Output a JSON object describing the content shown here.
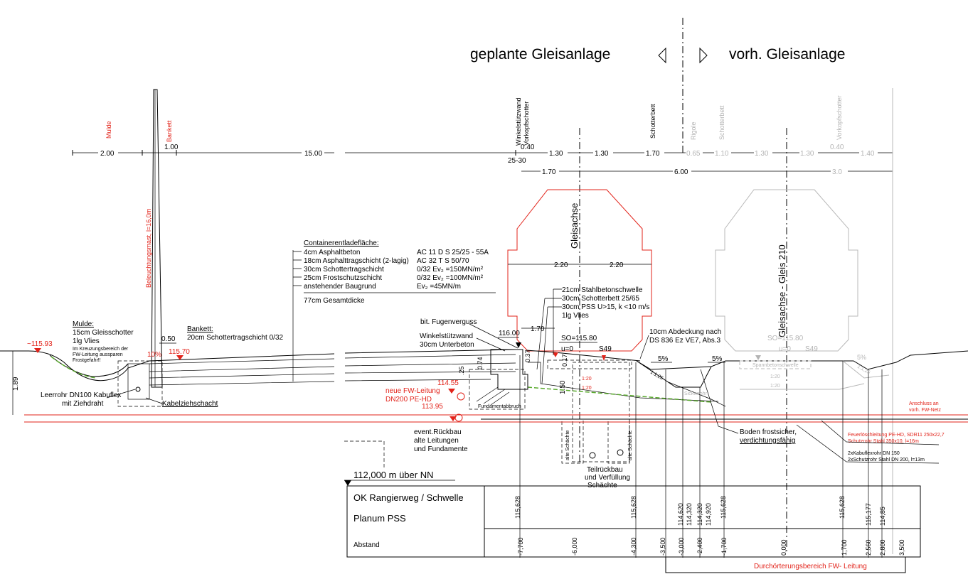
{
  "header": {
    "left_title": "geplante Gleisanlage",
    "right_title": "vorh. Gleisanlage"
  },
  "top_labels": {
    "mulde": "Mulde",
    "bankett": "Bankett",
    "winkel": "Winkelstützwand",
    "vorkopf1": "Vorkopfschotter",
    "schotterbett1": "Schotterbett",
    "rigole": "Rigole",
    "schotterbett2": "Schotterbett",
    "vorkopf2": "Vorkopfschotter",
    "mast": "Beleuchtungsmast, l=16,0m"
  },
  "dim_row1": [
    "2.00",
    "1.00",
    "15.00",
    "0.40",
    "25-30",
    "1.30",
    "1.30",
    "1.70",
    "0.65",
    "1.10",
    "1.30",
    "1.30",
    "0.40",
    "1.40"
  ],
  "dim_row2": [
    "1.70",
    "6.00",
    "3.0"
  ],
  "track": {
    "axis_new": "Gleisachse",
    "axis_old": "Gleisachse - Gleis 210",
    "w_left": "2.20",
    "w_right": "2.20",
    "h_170": "1.70",
    "so_new": "SO=115.80",
    "u_new": "u=0",
    "rail_new": "S49",
    "so_old": "SO=115.80",
    "u_old": "u=0",
    "rail_old": "S49",
    "sleeper_old": "Spannbetonschwelle"
  },
  "container": {
    "title": "Containerentladefläche:",
    "layers": [
      {
        "d": "4cm Asphaltbeton",
        "m": "AC 11 D S   25/25 - 55A"
      },
      {
        "d": "18cm Asphalttragschicht (2-lagig)",
        "m": "AC 32 T S   50/70"
      },
      {
        "d": "30cm Schottertragschicht",
        "m": "0/32  Ev₂ =150MN/m²"
      },
      {
        "d": "25cm Frostschutzschicht",
        "m": "0/32  Ev₂ =100MN/m²"
      },
      {
        "d": "anstehender Baugrund",
        "m": "Ev₂ =45MN/m"
      }
    ],
    "total": "77cm Gesamtdicke"
  },
  "track_layers": [
    "21cm Stahlbetonschwelle",
    "30cm Schotterbett 25/65",
    "30cm PSS U>15, k <10 m/s",
    "1lg    Vlies"
  ],
  "mulde_box": {
    "title": "Mulde:",
    "l1": "15cm Gleisschotter",
    "l2": "1lg Vlies",
    "l3": "Im Kreuzungsbereich der",
    "l4": "FW-Leitung aussparen",
    "l5": "Frostgefahr!!"
  },
  "bankett_box": {
    "title": "Bankett:",
    "l1": "20cm Schottertragschicht  0/32"
  },
  "labels": {
    "fugen": "bit. Fugenverguss",
    "winkel1": "Winkelstützwand",
    "winkel2": "30cm Unterbeton",
    "lev116": "116.00",
    "lev115_93": "~115.93",
    "lev115_70": "115.70",
    "slope10": "10%",
    "d050": "0.50",
    "d189": "1.89",
    "d025": ".25",
    "d074": "0.74",
    "d037": "0.37",
    "d017": "0.17",
    "d150": "1.50",
    "ratio1": "1:20",
    "ratio2": "1:20",
    "ratio3": "1:20",
    "ratio4": "1:20",
    "slope125a": "1:1,25",
    "slope125b": "1:1,25",
    "pct5a": "5%",
    "pct5b": "5%",
    "pct5c": "5%",
    "abdeck1": "10cm Abdeckung nach",
    "abdeck2": "DS 836 Ez VE7, Abs.3",
    "leer1": "Leerrohr DN100 Kabuflex",
    "leer2": "mit Ziehdraht",
    "kabel": "Kabelziehschacht",
    "fw_new1": "neue FW-Leitung",
    "fw_new2": "DN200 PE-HD",
    "lev114_55": "114.55",
    "lev113_95": "113.95",
    "rueck1": "event.Rückbau",
    "rueck2": "alte Leitungen",
    "rueck3": "und Fundamente",
    "fund": "Fundamentabbruch",
    "teil1": "Teilrückbau",
    "teil2": "und Verfüllung",
    "teil3": "Schächte",
    "alt_s1": "alte Schächte",
    "alt_s2": "alte Schächte",
    "boden1": "Boden frostsicher,",
    "boden2": "verdichtungsfähig",
    "anschluss1": "Anschluss an",
    "anschluss2": "vorh. FW-Netz",
    "feuer1": "Feuerlöschleitung PE-HD, SDR11 250x22,7",
    "feuer2": "Schutzrohr Stahl 350x10, l=16m",
    "kabuf1": "2xKabuflexrohr DN 150",
    "kabuf2": "2xSchutzrohr Stahl DN 200, l=13m",
    "nn": "112,000 m über NN",
    "sicker": "Sickerrohr",
    "dfw": "Durchörterungsbereich FW- Leitung"
  },
  "table": {
    "row1": "OK Rangierweg / Schwelle",
    "row2": "Planum PSS",
    "row3": "Abstand",
    "ok_values": [
      "115,628",
      "115,628",
      "114,620",
      "114,320",
      "114,320",
      "114,920",
      "115,628",
      "115,628",
      "115,177",
      "114,85"
    ],
    "abstand": [
      "-7,700",
      "-6,000",
      "-4,300",
      "-3,500",
      "-3,000",
      "-2,400",
      "-1,700",
      "0,000",
      "1,700",
      "2,560",
      "2,800",
      "3,500"
    ]
  },
  "colors": {
    "red": "#e2231a",
    "gray": "#b4b4b4",
    "green": "#5aaa2e"
  }
}
